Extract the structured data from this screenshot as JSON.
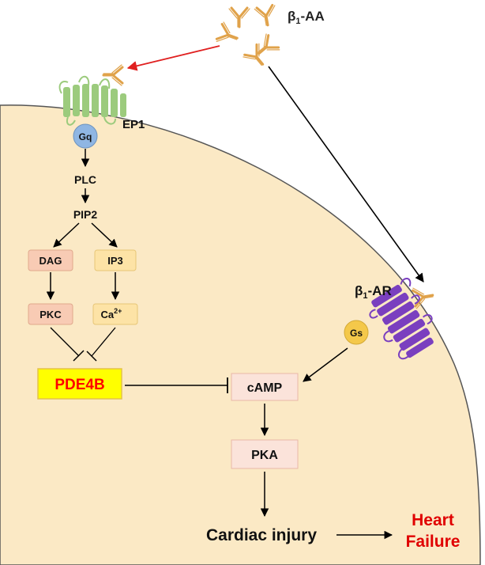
{
  "colors": {
    "cell_fill": "#fbe9c5",
    "cell_border": "#555555",
    "antibody": "#e0a24a",
    "ep1": "#9ccb7d",
    "b1ar": "#7a3fbf",
    "gq": "#8fb6e3",
    "gs": "#f4c84a",
    "pde4b_fill": "#ffff00",
    "pde4b_text": "#ff0000",
    "dag_fill": "#f8cbb4",
    "ip3_fill": "#fde3a6",
    "camp_fill": "#fbe3da",
    "red_arrow": "#e02020",
    "heart_failure_text": "#e00000"
  },
  "labels": {
    "b1aa_base": "β",
    "b1aa_sub": "1",
    "b1aa_suffix": "-AA",
    "ep1": "EP1",
    "gq": "Gq",
    "plc": "PLC",
    "pip2": "PIP2",
    "dag": "DAG",
    "ip3": "IP3",
    "pkc": "PKC",
    "ca_base": "Ca",
    "ca_sup": "2+",
    "pde4b": "PDE4B",
    "b1ar_base": "β",
    "b1ar_sub": "1",
    "b1ar_suffix": "-AR",
    "gs": "Gs",
    "camp": "cAMP",
    "pka": "PKA",
    "cardiac_injury": "Cardiac injury",
    "heart": "Heart",
    "failure": "Failure"
  }
}
